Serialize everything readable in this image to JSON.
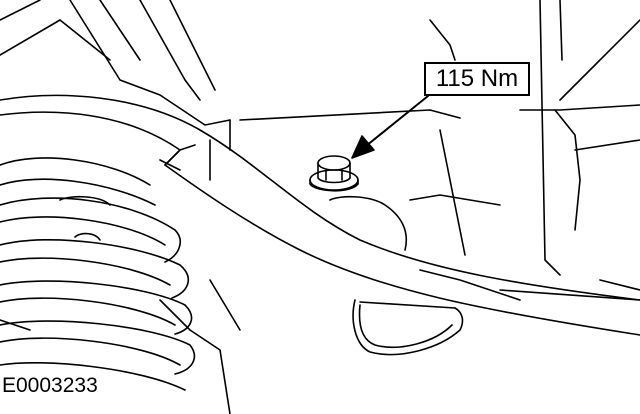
{
  "callout": {
    "torque_value": "115 Nm"
  },
  "figure": {
    "id": "E0003233"
  },
  "colors": {
    "line": "#000000",
    "background": "#ffffff"
  },
  "parts": {
    "fastener": "bolt-icon",
    "spring": "coil-spring",
    "arm": "suspension-arm",
    "pointer": "arrow-icon"
  }
}
